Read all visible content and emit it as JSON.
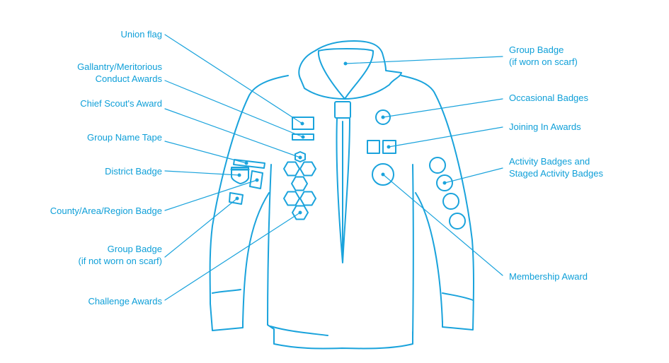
{
  "colors": {
    "line": "#1aa3dc",
    "text": "#0e9fd8"
  },
  "left_labels": [
    {
      "id": "union-flag",
      "lines": [
        "Union flag"
      ]
    },
    {
      "id": "gallantry",
      "lines": [
        "Gallantry/Meritorious",
        "Conduct Awards"
      ]
    },
    {
      "id": "chief-scout",
      "lines": [
        "Chief Scout's Award"
      ]
    },
    {
      "id": "group-name-tape",
      "lines": [
        "Group Name Tape"
      ]
    },
    {
      "id": "district-badge",
      "lines": [
        "District Badge"
      ]
    },
    {
      "id": "county-badge",
      "lines": [
        "County/Area/Region Badge"
      ]
    },
    {
      "id": "group-badge-shirt",
      "lines": [
        "Group Badge",
        "(if not worn on scarf)"
      ]
    },
    {
      "id": "challenge-awards",
      "lines": [
        "Challenge Awards"
      ]
    }
  ],
  "right_labels": [
    {
      "id": "group-badge-scarf",
      "lines": [
        "Group Badge",
        "(if worn on scarf)"
      ]
    },
    {
      "id": "occasional-badges",
      "lines": [
        "Occasional Badges"
      ]
    },
    {
      "id": "joining-in",
      "lines": [
        "Joining In Awards"
      ]
    },
    {
      "id": "activity-badges",
      "lines": [
        "Activity Badges and",
        "Staged Activity Badges"
      ]
    },
    {
      "id": "membership-award",
      "lines": [
        "Membership Award"
      ]
    }
  ]
}
